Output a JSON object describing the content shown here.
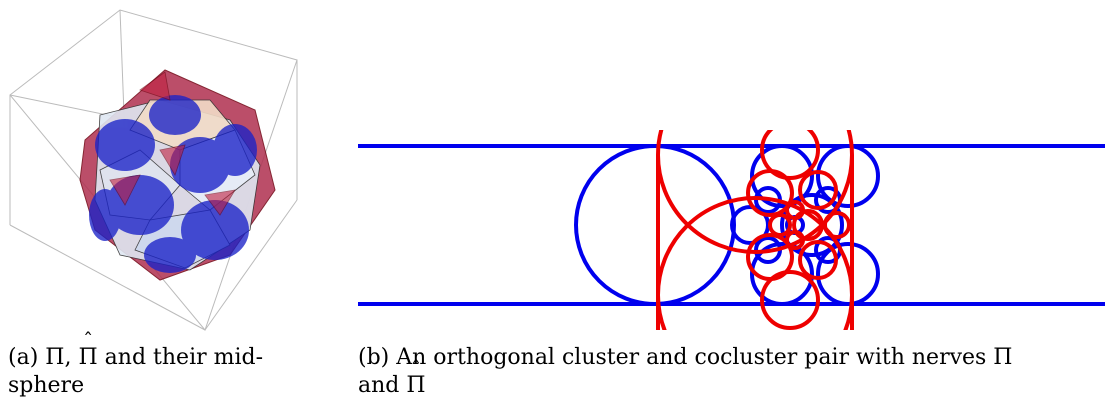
{
  "figure": {
    "panel_a": {
      "label": "(a)",
      "caption_main": "Π,",
      "caption_hat_symbol": "Π",
      "caption_rest": "and their mid-",
      "caption_line2": "sphere"
    },
    "panel_b": {
      "label": "(b)",
      "caption_line1": "An orthogonal cluster and cocluster pair with nerves Π",
      "caption_line2_prefix": "and",
      "caption_hat_symbol": "Π"
    }
  },
  "colors": {
    "blue": "#0000ee",
    "red": "#ee0000",
    "box": "#bbbbbb"
  }
}
